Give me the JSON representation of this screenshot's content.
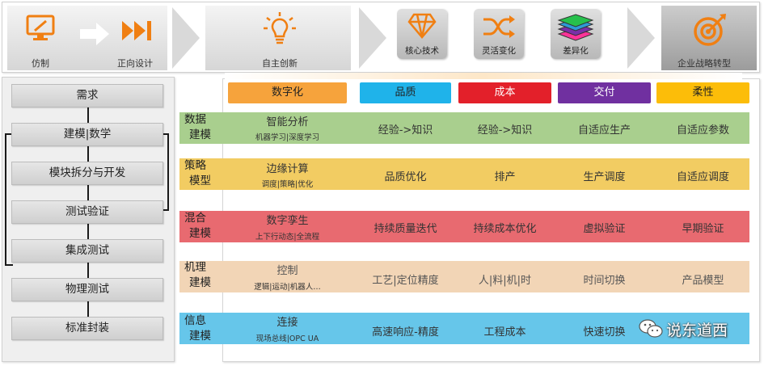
{
  "banner": {
    "stage1": {
      "left_label": "仿制",
      "right_label": "正向设计"
    },
    "stage2": {
      "label": "自主创新"
    },
    "stage3": {
      "tiles": [
        {
          "label": "核心技术",
          "icon": "diamond-icon"
        },
        {
          "label": "灵活变化",
          "icon": "shuffle-icon"
        },
        {
          "label": "差异化",
          "icon": "layers-icon"
        }
      ]
    },
    "stage4": {
      "label": "企业战略转型",
      "icon": "target-icon"
    },
    "colors": {
      "orange": "#f07f12"
    }
  },
  "flow": {
    "steps": [
      "需求",
      "建模|数学",
      "模块拆分与开发",
      "测试验证",
      "集成测试",
      "物理测试",
      "标准封装"
    ]
  },
  "matrix": {
    "columns": [
      {
        "label": "数字化",
        "color": "#f6a33c"
      },
      {
        "label": "品质",
        "color": "#1fb3ea"
      },
      {
        "label": "成本",
        "color": "#e3202a"
      },
      {
        "label": "交付",
        "color": "#7030a0"
      },
      {
        "label": "柔性",
        "color": "#fcbd09"
      }
    ],
    "rows": [
      {
        "label_line1": "数据",
        "label_line2": "建模",
        "color": "#a9cf8e",
        "digital": {
          "main": "智能分析",
          "sub": "机器学习|深度学习"
        },
        "cells": [
          "经验->知识",
          "经验->知识",
          "自适应生产",
          "自适应参数"
        ]
      },
      {
        "label_line1": "策略",
        "label_line2": "模型",
        "color": "#f2cc62",
        "digital": {
          "main": "边缘计算",
          "sub": "调度|策略|优化"
        },
        "cells": [
          "品质优化",
          "排产",
          "生产调度",
          "自适应调度"
        ]
      },
      {
        "label_line1": "混合",
        "label_line2": "建模",
        "color": "#e86a70",
        "digital": {
          "main": "数字孪生",
          "sub": "上下行动态|全流程"
        },
        "cells": [
          "持续质量迭代",
          "持续成本优化",
          "虚拟验证",
          "早期验证"
        ]
      },
      {
        "label_line1": "机理",
        "label_line2": "建模",
        "color": "#f2d5b6",
        "digital": {
          "main": "控制",
          "sub": "逻辑|运动|机器人…"
        },
        "cells": [
          "工艺|定位精度",
          "人|料|机|时",
          "时间切换",
          "产品模型"
        ]
      },
      {
        "label_line1": "信息",
        "label_line2": "建模",
        "color": "#66c6ea",
        "digital": {
          "main": "连接",
          "sub": "现场总线|OPC UA"
        },
        "cells": [
          "高速响应-精度",
          "工程成本",
          "快速切换",
          ""
        ]
      }
    ]
  },
  "watermark": {
    "text": "说东道西",
    "icon": "wechat-icon"
  }
}
